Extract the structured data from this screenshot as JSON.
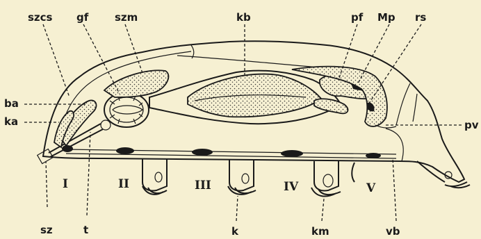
{
  "labels": {
    "szcs": "szcs",
    "gf": "gf",
    "szm": "szm",
    "kb": "kb",
    "pf": "pf",
    "Mp": "Mp",
    "rs": "rs",
    "ba": "ba",
    "ka": "ka",
    "pv": "pv",
    "sz": "sz",
    "t": "t",
    "k": "k",
    "km": "km",
    "vb": "vb",
    "leg1": "I",
    "leg2": "II",
    "leg3": "III",
    "leg4": "IV",
    "leg5": "V"
  }
}
